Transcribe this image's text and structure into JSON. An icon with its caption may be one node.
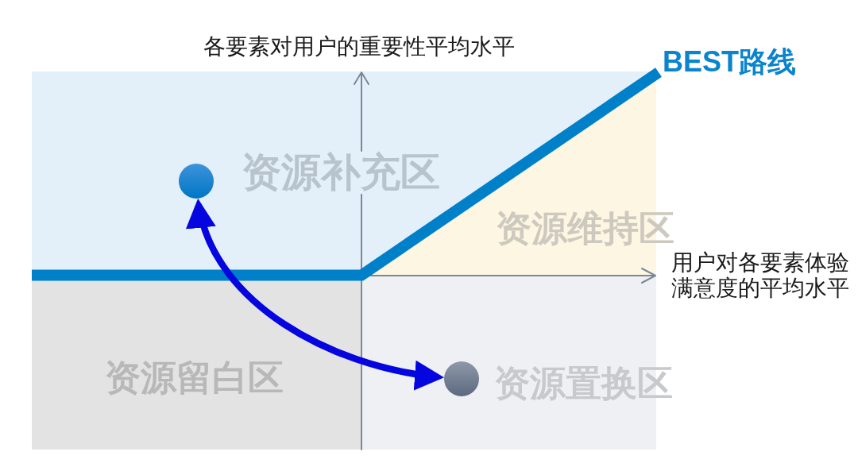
{
  "diagram": {
    "nodes": [
      {
        "text": [],
        "shape": "circle"
      },
      {
        "text": [],
        "shape": "circle"
      }
    ],
    "edges": [
      {
        "from": 0,
        "to": 1,
        "arrow": "both"
      }
    ],
    "labels": [
      "各要素对用户的重要性平均水平",
      "BEST路线",
      "资源补充区",
      "资源维持区",
      "用户对各要素体验满意度的平均水平",
      "资源留白区",
      "资源置换区"
    ]
  }
}
